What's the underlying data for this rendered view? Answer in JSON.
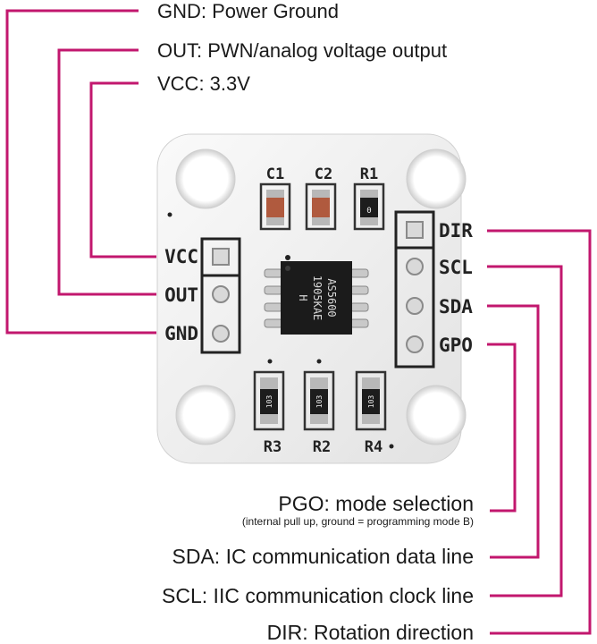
{
  "diagram": {
    "top_labels": {
      "gnd": "GND: Power Ground",
      "out": "OUT: PWN/analog voltage output",
      "vcc": "VCC: 3.3V"
    },
    "bottom_labels": {
      "pgo": "PGO: mode selection",
      "pgo_note": "(internal pull up, ground = programming mode B)",
      "sda": "SDA: IC communication data line",
      "scl": "SCL: IIC communication clock line",
      "dir": "DIR: Rotation direction"
    },
    "board": {
      "left_pins": [
        "VCC",
        "OUT",
        "GND"
      ],
      "right_pins": [
        "DIR",
        "SCL",
        "SDA",
        "GPO"
      ],
      "top_components": [
        "C1",
        "C2",
        "R1"
      ],
      "bottom_components": [
        "R3",
        "R2",
        "R4"
      ],
      "chip_line1": "AS5600",
      "chip_line2": "1905KAE",
      "chip_line3": "H",
      "r1_code": "0",
      "r3_code": "103",
      "r2_code": "103",
      "r4_code": "103"
    },
    "colors": {
      "leader_line": "#c2176e",
      "board": "#f2f2f2",
      "chip": "#1b1b1b"
    }
  }
}
